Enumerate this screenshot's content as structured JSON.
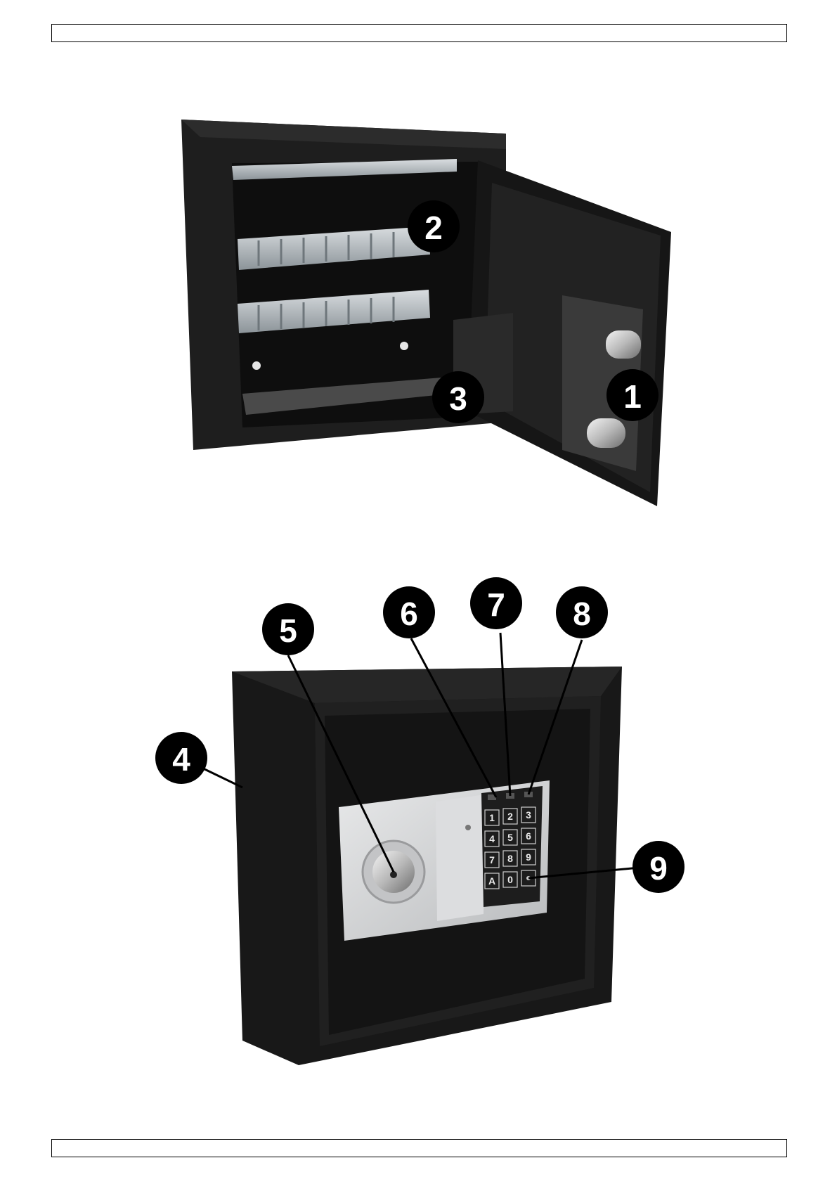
{
  "callouts": {
    "c1": "1",
    "c2": "2",
    "c3": "3",
    "c4": "4",
    "c5": "5",
    "c6": "6",
    "c7": "7",
    "c8": "8",
    "c9": "9"
  },
  "keypad": [
    "1",
    "2",
    "3",
    "4",
    "5",
    "6",
    "7",
    "8",
    "9",
    "A",
    "0",
    ""
  ],
  "colors": {
    "safe_body": "#1b1b1b",
    "panel": "#cfd0d1",
    "callout": "#000000",
    "hook_rail": "#a9b0b4"
  }
}
